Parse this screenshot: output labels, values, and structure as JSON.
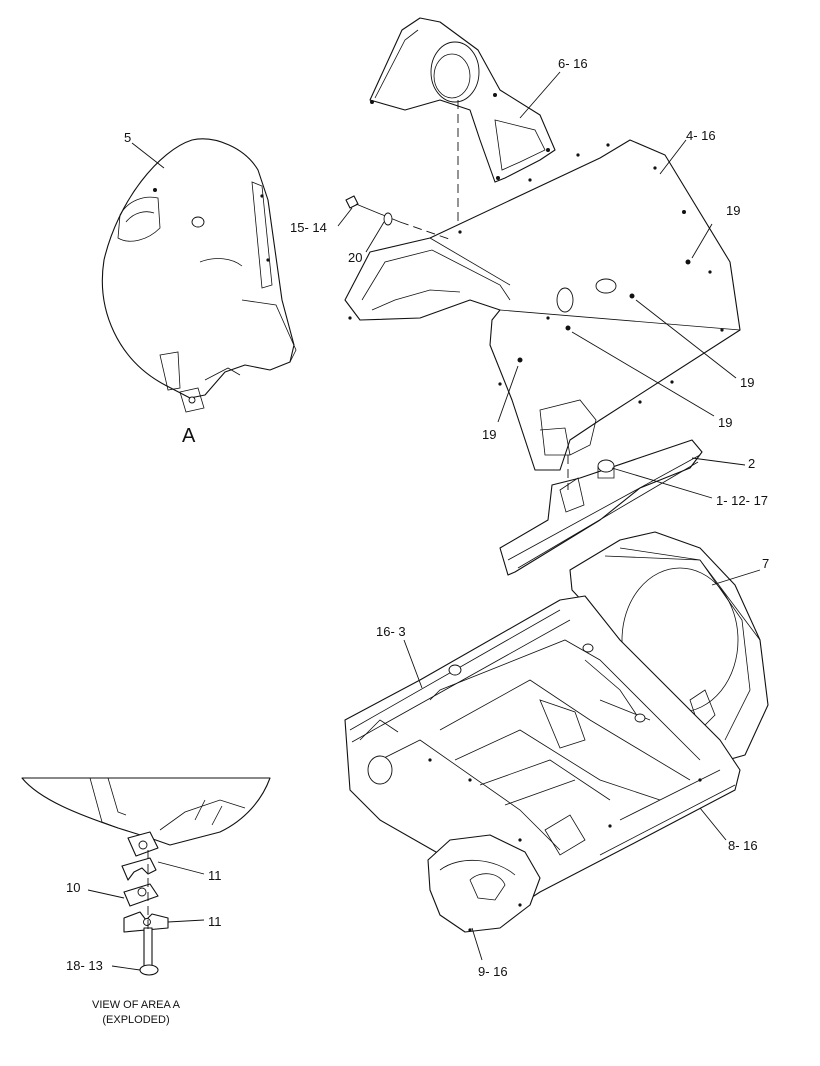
{
  "callouts": {
    "c5": "5",
    "cA": "A",
    "c6_16": "6- 16",
    "c4_16": "4- 16",
    "c15_14": "15- 14",
    "c20": "20",
    "c19a": "19",
    "c19b": "19",
    "c19c": "19",
    "c19d": "19",
    "c2": "2",
    "c1_12_17": "1- 12- 17",
    "c7": "7",
    "c16_3": "16- 3",
    "c8_16": "8- 16",
    "c9_16": "9- 16",
    "c11a": "11",
    "c10": "10",
    "c11b": "11",
    "c18_13": "18- 13"
  },
  "caption": {
    "line1": "VIEW OF AREA A",
    "line2": "(EXPLODED)"
  }
}
